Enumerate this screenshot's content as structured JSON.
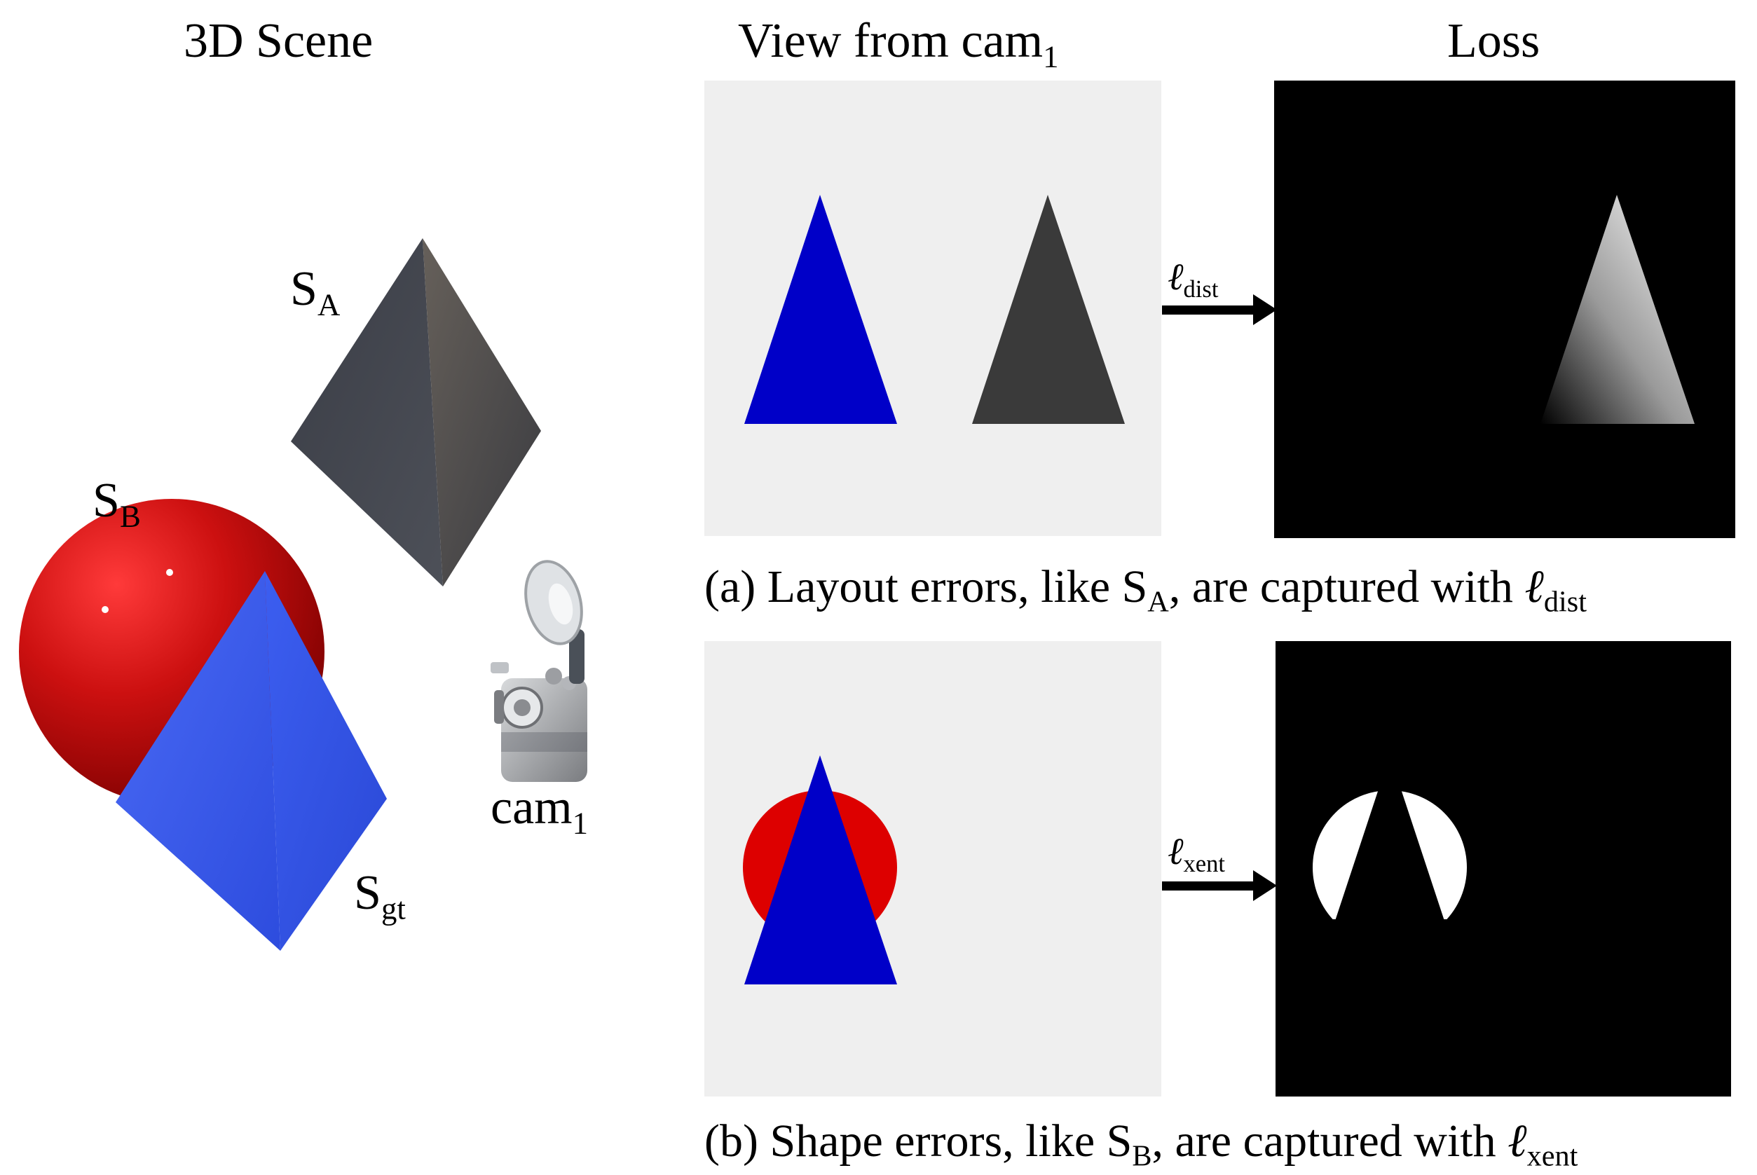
{
  "headers": {
    "scene": "3D Scene",
    "view_prefix": "View from cam",
    "view_sub": "1",
    "loss": "Loss"
  },
  "scene_labels": {
    "sa": {
      "base": "S",
      "sub": "A"
    },
    "sb": {
      "base": "S",
      "sub": "B"
    },
    "sgt": {
      "base": "S",
      "sub": "gt"
    },
    "cam": {
      "base": "cam",
      "sub": "1"
    }
  },
  "arrows": {
    "dist": {
      "symbol": "ℓ",
      "sub": "dist"
    },
    "xent": {
      "symbol": "ℓ",
      "sub": "xent"
    }
  },
  "captions": {
    "a": {
      "text": "(a) Layout errors, like S",
      "sub": "A",
      "mid": ", are captured with ",
      "loss_symbol": "ℓ",
      "loss_sub": "dist"
    },
    "b": {
      "text": "(b) Shape errors, like S",
      "sub": "B",
      "mid": ", are captured with ",
      "loss_symbol": "ℓ",
      "loss_sub": "xent"
    }
  },
  "colors": {
    "view_bg": "#efefef",
    "loss_bg": "#000000",
    "blue": "#0000c8",
    "red": "#dd0000",
    "dark_gray": "#3a3a3a",
    "scene_blue": "#3a5ae8",
    "scene_red": "#cc1010",
    "scene_gray": "#4a4c54"
  }
}
